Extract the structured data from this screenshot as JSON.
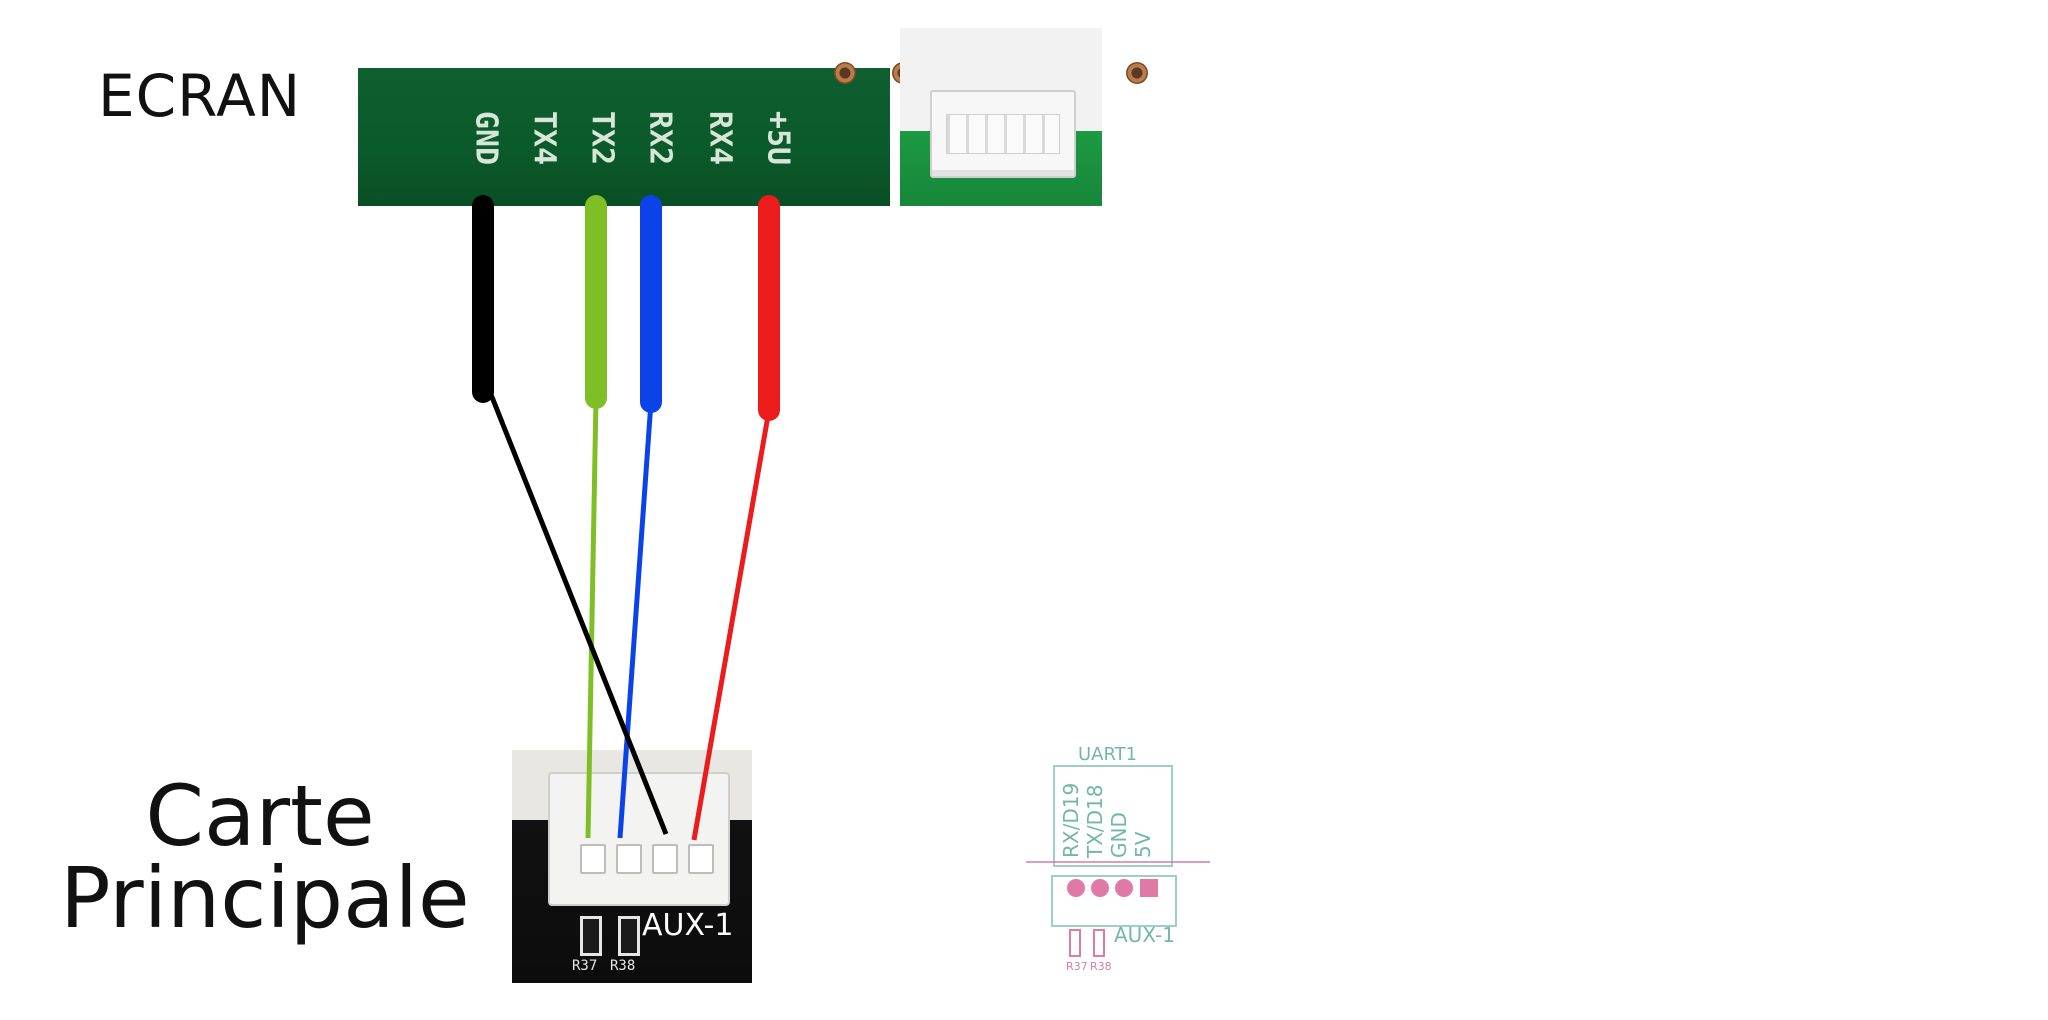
{
  "titles": {
    "screen": "ECRAN",
    "main_board_line1": "Carte",
    "main_board_line2": "Principale"
  },
  "screen_header": {
    "pins": [
      "GND",
      "TX4",
      "TX2",
      "RX2",
      "RX4",
      "+5U"
    ]
  },
  "main_board": {
    "connector_label": "AUX-1",
    "resistors": [
      "R37",
      "R38"
    ]
  },
  "schematic": {
    "title": "UART1",
    "pins": [
      "RX/D19",
      "TX/D18",
      "GND",
      "5V"
    ],
    "connector_label": "AUX-1",
    "resistors": [
      "R37",
      "R38"
    ]
  },
  "wires": [
    {
      "name": "gnd-wire",
      "color": "#000000"
    },
    {
      "name": "tx2-wire",
      "color": "#7fbf26"
    },
    {
      "name": "rx2-wire",
      "color": "#0b43e8"
    },
    {
      "name": "5v-wire",
      "color": "#ec1c1c"
    }
  ]
}
